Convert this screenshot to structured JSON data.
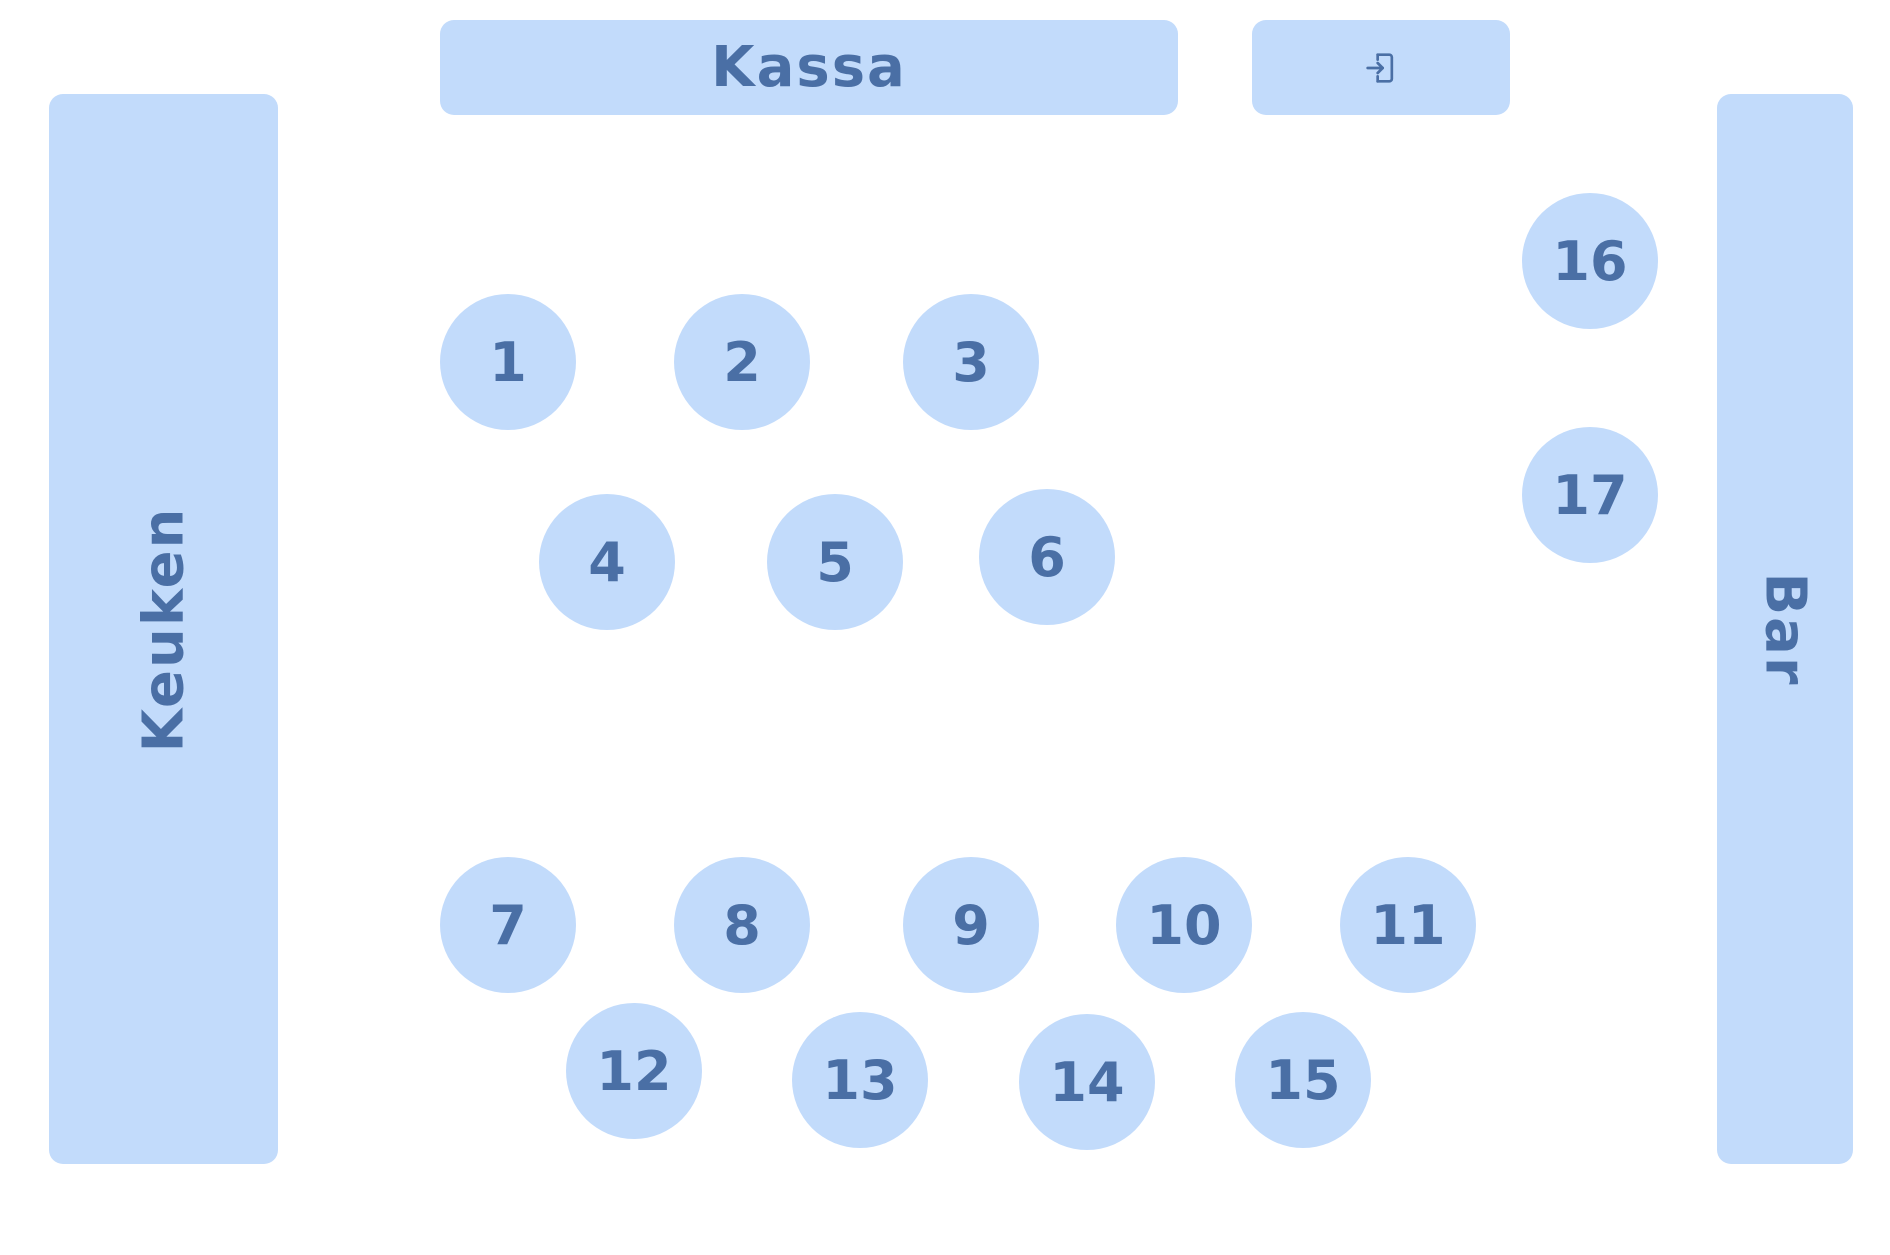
{
  "stations": {
    "kitchen_label": "Keuken",
    "bar_label": "Bar",
    "register_label": "Kassa"
  },
  "login_button": {
    "icon": "login-icon"
  },
  "tables": [
    "1",
    "2",
    "3",
    "4",
    "5",
    "6",
    "7",
    "8",
    "9",
    "10",
    "11",
    "12",
    "13",
    "14",
    "15",
    "16",
    "17"
  ],
  "colors": {
    "block": "#c2dbfb",
    "text": "#4a6fa5",
    "background": "#ffffff"
  }
}
